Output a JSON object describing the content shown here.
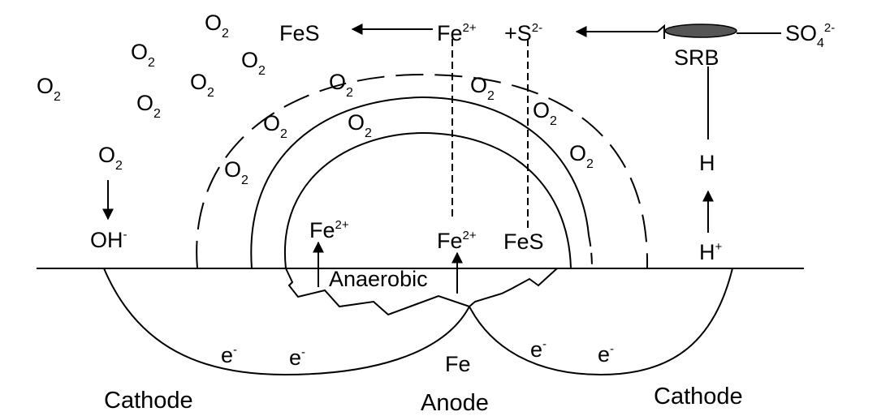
{
  "top_reaction": {
    "fes": "FeS",
    "fe": "Fe",
    "fe_charge": "2+",
    "plus_s": "+S",
    "s_charge": "2-",
    "srb": "SRB",
    "so4_base": "SO",
    "so4_sub": "4",
    "so4_charge": "2-"
  },
  "oxygen": {
    "symbol": "O",
    "subscript": "2"
  },
  "hydroxide": {
    "base": "OH",
    "charge": "-"
  },
  "hydrogen": {
    "atom": "H",
    "ion_base": "H",
    "ion_charge": "+"
  },
  "pit": {
    "fe2_left_base": "Fe",
    "fe2_left_charge": "2+",
    "fe2_center_base": "Fe",
    "fe2_center_charge": "2+",
    "fes": "FeS",
    "anaerobic": "Anaerobic"
  },
  "electrons": {
    "base": "e",
    "charge": "-"
  },
  "regions": {
    "fe": "Fe",
    "anode": "Anode",
    "cathode_left": "Cathode",
    "cathode_right": "Cathode"
  },
  "colors": {
    "stroke": "#000000",
    "srb_fill": "#555555",
    "background": "#ffffff"
  }
}
